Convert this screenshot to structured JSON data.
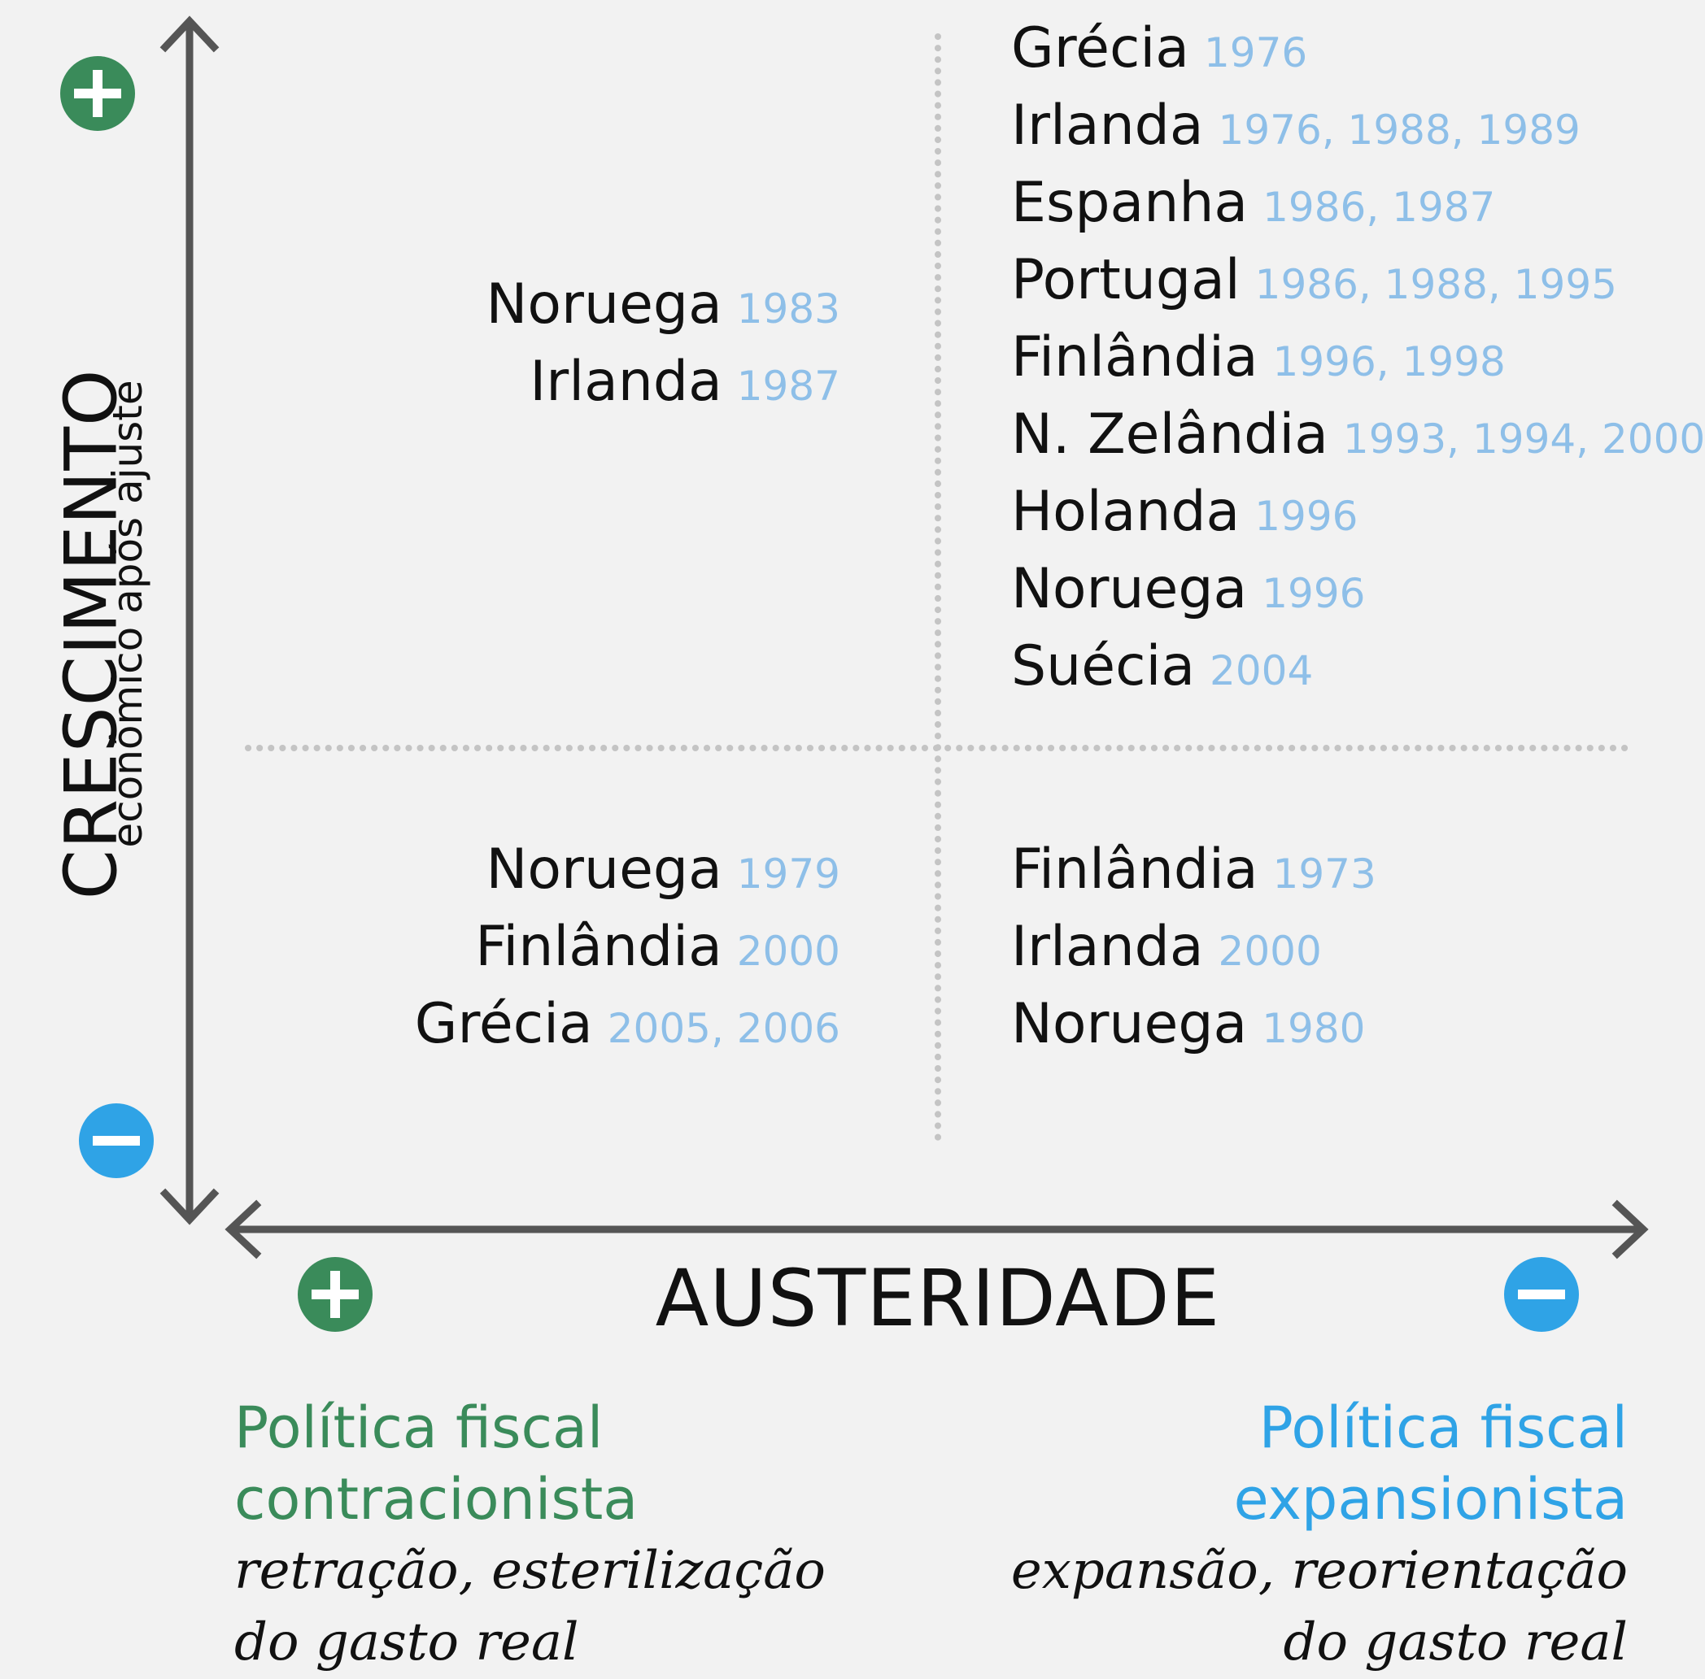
{
  "axes": {
    "y_title": "CRESCIMENTO",
    "y_subtitle": "econômico após ajuste",
    "x_title": "AUSTERIDADE"
  },
  "colors": {
    "plus": "#3a8b5a",
    "minus": "#2fa3e6",
    "years": "#8ebfe8",
    "axis": "#555555",
    "grid": "#c8c8c8"
  },
  "icons": {
    "y_top": "plus-circle-icon",
    "y_bottom": "minus-circle-icon",
    "x_left": "plus-circle-icon",
    "x_right": "minus-circle-icon"
  },
  "quadrants": {
    "top_left": [
      {
        "country": "Noruega",
        "years": "1983"
      },
      {
        "country": "Irlanda",
        "years": "1987"
      }
    ],
    "top_right": [
      {
        "country": "Grécia",
        "years": "1976"
      },
      {
        "country": "Irlanda",
        "years": "1976, 1988, 1989"
      },
      {
        "country": "Espanha",
        "years": "1986, 1987"
      },
      {
        "country": "Portugal",
        "years": "1986, 1988, 1995"
      },
      {
        "country": "Finlândia",
        "years": "1996, 1998"
      },
      {
        "country": "N. Zelândia",
        "years": "1993, 1994, 2000"
      },
      {
        "country": "Holanda",
        "years": "1996"
      },
      {
        "country": "Noruega",
        "years": "1996"
      },
      {
        "country": "Suécia",
        "years": "2004"
      }
    ],
    "bottom_left": [
      {
        "country": "Noruega",
        "years": "1979"
      },
      {
        "country": "Finlândia",
        "years": "2000"
      },
      {
        "country": "Grécia",
        "years": "2005, 2006"
      }
    ],
    "bottom_right": [
      {
        "country": "Finlândia",
        "years": "1973"
      },
      {
        "country": "Irlanda",
        "years": "2000"
      },
      {
        "country": "Noruega",
        "years": "1980"
      }
    ]
  },
  "policies": {
    "left": {
      "title_line1": "Política fiscal",
      "title_line2": "contracionista",
      "desc_line1": "retração, esterilização",
      "desc_line2": "do gasto real"
    },
    "right": {
      "title_line1": "Política fiscal",
      "title_line2": "expansionista",
      "desc_line1": "expansão, reorientação",
      "desc_line2": "do gasto real"
    }
  }
}
